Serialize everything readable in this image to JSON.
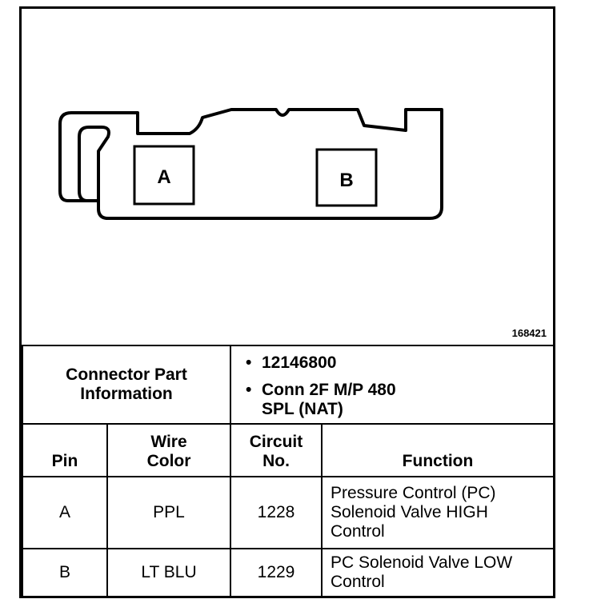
{
  "diagram": {
    "figure_id": "168421",
    "cavity_a": "A",
    "cavity_b": "B"
  },
  "connector_info": {
    "label_line1": "Connector Part",
    "label_line2": "Information",
    "items": [
      "12146800",
      "Conn 2F M/P 480",
      "SPL (NAT)"
    ]
  },
  "table": {
    "headers": {
      "pin": "Pin",
      "wire_line1": "Wire",
      "wire_line2": "Color",
      "circuit_line1": "Circuit",
      "circuit_line2": "No.",
      "function": "Function"
    },
    "rows": [
      {
        "pin": "A",
        "color": "PPL",
        "circuit": "1228",
        "function_lines": [
          "Pressure Control (PC)",
          "Solenoid Valve HIGH",
          "Control"
        ]
      },
      {
        "pin": "B",
        "color": "LT BLU",
        "circuit": "1229",
        "function_lines": [
          "PC Solenoid Valve LOW",
          "Control"
        ]
      }
    ]
  }
}
